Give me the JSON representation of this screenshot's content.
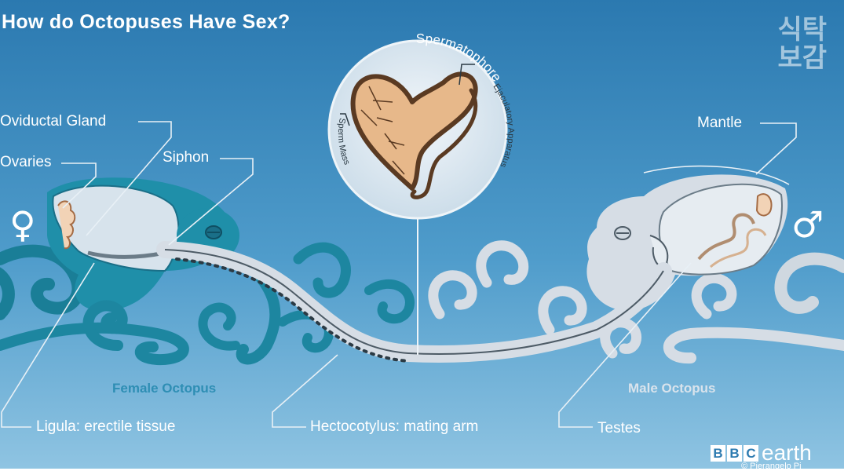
{
  "title": "How do Octopuses Have Sex?",
  "watermark": {
    "line1": "식탁",
    "line2": "보감"
  },
  "labels": {
    "oviductal_gland": "Oviductal Gland",
    "ovaries": "Ovaries",
    "siphon": "Siphon",
    "spermatophore": "Spermatophore",
    "sperm_mass": "Sperm Mass",
    "ejaculatory_apparatus": "Ejaculatory Apparatus",
    "mantle": "Mantle",
    "female_octopus": "Female Octopus",
    "male_octopus": "Male Octopus",
    "ligula": "Ligula: erectile tissue",
    "hectocotylus": "Hectocotylus: mating arm",
    "testes": "Testes"
  },
  "symbols": {
    "female": "♀",
    "male": "♂"
  },
  "logo": {
    "b1": "B",
    "b2": "B",
    "c": "C",
    "earth": "earth"
  },
  "credit": "© Pierangelo Pi",
  "colors": {
    "background_top": "#2f7fb5",
    "background_bottom": "#86bfe0",
    "female_octopus": "#1f8fa9",
    "male_octopus": "#d6dde5",
    "female_label": "#2e8eb4",
    "male_label": "#d9e3ec",
    "spermatophore_fill": "#e7b88a",
    "spermatophore_outline": "#5a3a22"
  }
}
